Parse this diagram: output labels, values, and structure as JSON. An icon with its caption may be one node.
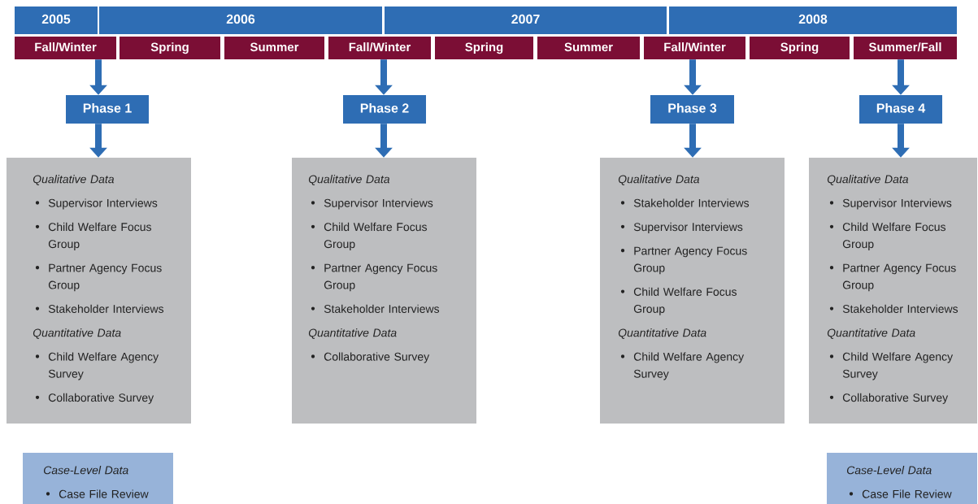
{
  "diagram": {
    "nodes": [
      {
        "text": [
          "2005"
        ]
      },
      {
        "text": [
          "2006"
        ]
      },
      {
        "text": [
          "2007"
        ]
      },
      {
        "text": [
          "2008"
        ]
      },
      {
        "text": [
          "Fall/Winter"
        ]
      },
      {
        "text": [
          "Spring"
        ]
      },
      {
        "text": [
          "Summer"
        ]
      },
      {
        "text": [
          "Fall/Winter"
        ]
      },
      {
        "text": [
          "Spring"
        ]
      },
      {
        "text": [
          "Summer"
        ]
      },
      {
        "text": [
          "Fall/Winter"
        ]
      },
      {
        "text": [
          "Spring"
        ]
      },
      {
        "text": [
          "Summer/Fall"
        ]
      },
      {
        "text": [
          "Phase 1"
        ]
      },
      {
        "text": [
          "Phase 2"
        ]
      },
      {
        "text": [
          "Phase 3"
        ]
      },
      {
        "text": [
          "Phase 4"
        ]
      },
      {
        "text": [
          "Qualitative Data",
          "Supervisor Interviews",
          "Child Welfare Focus Group",
          "Partner Agency Focus Group",
          "Stakeholder Interviews",
          "Quantitative Data",
          "Child Welfare Agency Survey",
          "Collaborative Survey"
        ]
      },
      {
        "text": [
          "Qualitative Data",
          "Supervisor Interviews",
          "Child Welfare Focus Group",
          "Partner Agency Focus Group",
          "Stakeholder Interviews",
          "Quantitative Data",
          "Collaborative Survey"
        ]
      },
      {
        "text": [
          "Qualitative Data",
          "Stakeholder Interviews",
          "Supervisor Interviews",
          "Partner Agency Focus Group",
          "Child Welfare Focus Group",
          "Quantitative Data",
          "Child Welfare Agency Survey"
        ]
      },
      {
        "text": [
          "Qualitative Data",
          "Supervisor Interviews",
          "Child Welfare Focus Group",
          "Partner Agency Focus Group",
          "Stakeholder Interviews",
          "Quantitative Data",
          "Child Welfare Agency Survey",
          "Collaborative Survey"
        ]
      },
      {
        "text": [
          "Case-Level Data",
          "Case File Review"
        ]
      },
      {
        "text": [
          "Case-Level Data",
          "Case File Review"
        ]
      }
    ],
    "edges": [
      {
        "from": 4,
        "to": 13,
        "arrow": "to"
      },
      {
        "from": 13,
        "to": 17,
        "arrow": "to"
      },
      {
        "from": 7,
        "to": 14,
        "arrow": "to"
      },
      {
        "from": 14,
        "to": 18,
        "arrow": "to"
      },
      {
        "from": 10,
        "to": 15,
        "arrow": "to"
      },
      {
        "from": 15,
        "to": 19,
        "arrow": "to"
      },
      {
        "from": 12,
        "to": 16,
        "arrow": "to"
      },
      {
        "from": 16,
        "to": 20,
        "arrow": "to"
      }
    ]
  }
}
